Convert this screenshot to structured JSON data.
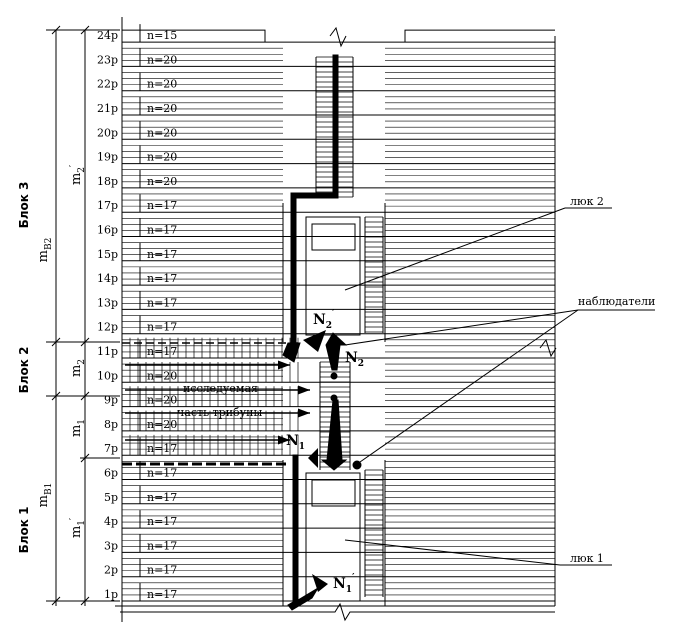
{
  "rows": [
    {
      "label": "1р",
      "n": "n=17"
    },
    {
      "label": "2р",
      "n": "n=17"
    },
    {
      "label": "3р",
      "n": "n=17"
    },
    {
      "label": "4р",
      "n": "n=17"
    },
    {
      "label": "5р",
      "n": "n=17"
    },
    {
      "label": "6р",
      "n": "n=17"
    },
    {
      "label": "7р",
      "n": "n=17"
    },
    {
      "label": "8р",
      "n": "n=20"
    },
    {
      "label": "9р",
      "n": "n=20"
    },
    {
      "label": "10р",
      "n": "n=20"
    },
    {
      "label": "11р",
      "n": "n=17"
    },
    {
      "label": "12р",
      "n": "n=17"
    },
    {
      "label": "13р",
      "n": "n=17"
    },
    {
      "label": "14р",
      "n": "n=17"
    },
    {
      "label": "15р",
      "n": "n=17"
    },
    {
      "label": "16р",
      "n": "n=17"
    },
    {
      "label": "17р",
      "n": "n=17"
    },
    {
      "label": "18р",
      "n": "n=20"
    },
    {
      "label": "19р",
      "n": "n=20"
    },
    {
      "label": "20р",
      "n": "n=20"
    },
    {
      "label": "21р",
      "n": "n=20"
    },
    {
      "label": "22р",
      "n": "n=20"
    },
    {
      "label": "23р",
      "n": "n=20"
    },
    {
      "label": "24р",
      "n": "n=15"
    }
  ],
  "blocks": {
    "block1": "Блок 1",
    "block2": "Блок 2",
    "block3": "Блок 3"
  },
  "dimensions": {
    "m_b1": "m",
    "m_b1_sub": "В1",
    "m_b2": "m",
    "m_b2_sub": "В2",
    "m1": "m",
    "m1_sub": "1",
    "m2": "m",
    "m2_sub": "2",
    "m1_prime": "m",
    "m1_prime_sub": "1",
    "m2_prime": "m",
    "m2_prime_sub": "2"
  },
  "annotations": {
    "studied_line1": "исследуемая",
    "studied_line2": "часть трибуны",
    "hatch2": "люк 2",
    "hatch1": "люк 1",
    "observers": "наблюдатели",
    "N1_prime": "N",
    "N1_prime_sub": "1",
    "N1": "N",
    "N1_sub": "1",
    "N2_prime": "N",
    "N2_prime_sub": "2",
    "N2": "N",
    "N2_sub": "2"
  }
}
